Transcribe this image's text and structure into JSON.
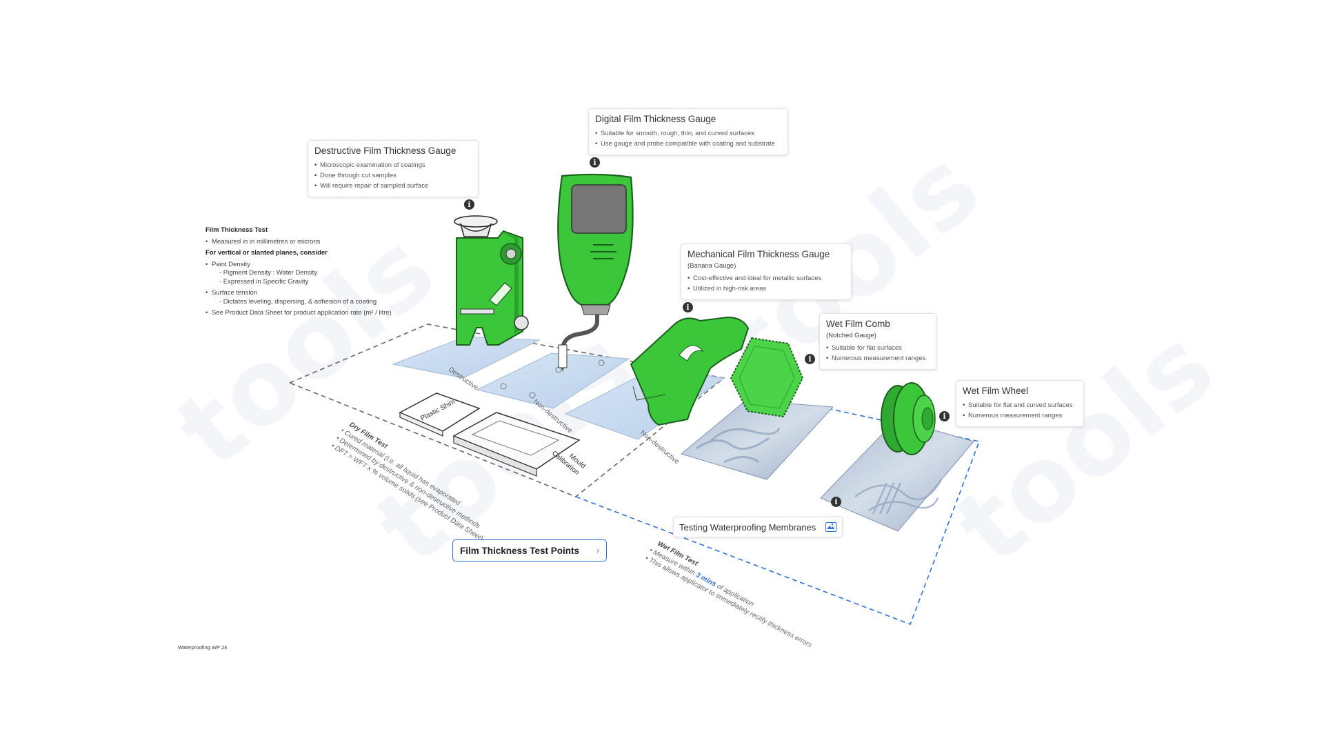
{
  "watermark": "tools",
  "callouts": {
    "destructive": {
      "title": "Destructive Film Thickness Gauge",
      "bullets": [
        "Microscopic examination of coatings",
        "Done through cut samples",
        "Will require repair of sampled surface"
      ]
    },
    "digital": {
      "title": "Digital Film Thickness Gauge",
      "bullets": [
        "Suitable for smooth, rough, thin, and curved surfaces",
        "Use gauge and probe compatible with coating and substrate"
      ]
    },
    "mechanical": {
      "title": "Mechanical Film Thickness Gauge",
      "subtitle": "(Banana Gauge)",
      "bullets": [
        "Cost-effective and ideal for metallic surfaces",
        "Utilized in high-risk areas"
      ]
    },
    "comb": {
      "title": "Wet Film Comb",
      "subtitle": "(Notched Gauge)",
      "bullets": [
        "Suitable for flat surfaces",
        "Numerous measurement ranges"
      ]
    },
    "wheel": {
      "title": "Wet Film Wheel",
      "bullets": [
        "Suitable for flat and curved surfaces",
        "Numerous measurement ranges"
      ]
    }
  },
  "notes": {
    "title": "Film Thickness Test",
    "measured": "Measured in in millimetres or microns",
    "consider": "For vertical or slanted planes, consider",
    "paint_density": "Paint Density",
    "pigment": "- Pigment Density : Water Density",
    "specific_gravity": "- Expressed in Specific Gravity",
    "surface_tension": "Surface tension",
    "dictates": "- Dictates leveling, dispersing, & adhesion of a coating",
    "see_pds": "See Product Data Sheet for product application rate (m² / litre)"
  },
  "plate_labels": {
    "destructive": "Destructive",
    "non_destructive_1": "Non-destructive",
    "non_destructive_2": "Non-destructive",
    "plastic_shim": "Plastic Shim",
    "calibration_1": "Calibration",
    "calibration_2": "Mould"
  },
  "dry_film": {
    "title": "Dry Film Test",
    "line1": "Cured material (i.e. all liquid has evaporated",
    "line2": "Determined by destructive & non-destructive methods",
    "line3": "DFT = WFT x % volume solids (see Product Data Sheet)"
  },
  "wet_film": {
    "title": "Wet Film Test",
    "line1_pre": "Measure within ",
    "line1_em": "3 mins",
    "line1_post": " of application",
    "line2": "This allows applicator to immediately rectify thickness errors"
  },
  "nav_button": {
    "label": "Film Thickness Test Points",
    "chevron": "›"
  },
  "media_button": {
    "label": "Testing Waterproofing Membranes"
  },
  "footer": "Waterproofing WP 24",
  "info_glyph": "i",
  "colors": {
    "green": "#3cc63a",
    "green_dark": "#1f8a22",
    "accent_blue": "#2f6fd6",
    "dashed_grey": "#666666",
    "plate": "#c6d9f0"
  }
}
